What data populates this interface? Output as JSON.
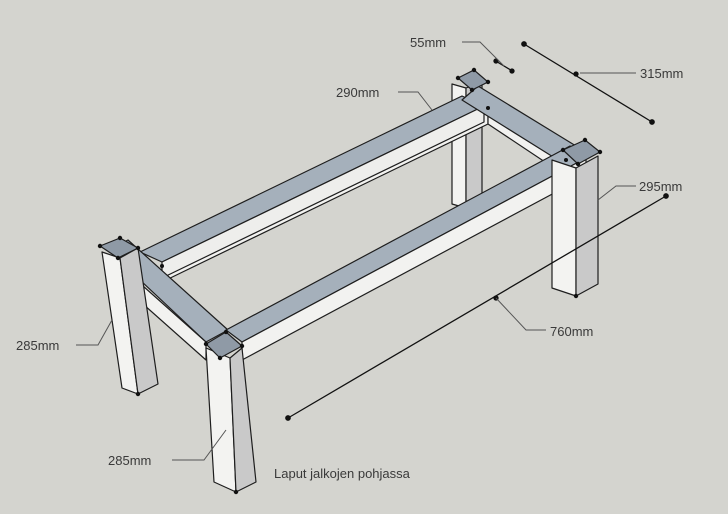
{
  "colors": {
    "background": "#d4d4cf",
    "rail_top": "#a5b0bb",
    "rail_side": "#f2f2f0",
    "leg_front": "#f3f3f1",
    "leg_side": "#c9c9c9",
    "leg_top": "#8f9aa6",
    "edge": "#1e1e1e",
    "leader": "#555555"
  },
  "labels": {
    "d_55": "55mm",
    "d_315": "315mm",
    "d_290": "290mm",
    "d_295": "295mm",
    "d_760": "760mm",
    "d_285_left": "285mm",
    "d_285_front": "285mm",
    "note": "Laput jalkojen pohjassa"
  }
}
